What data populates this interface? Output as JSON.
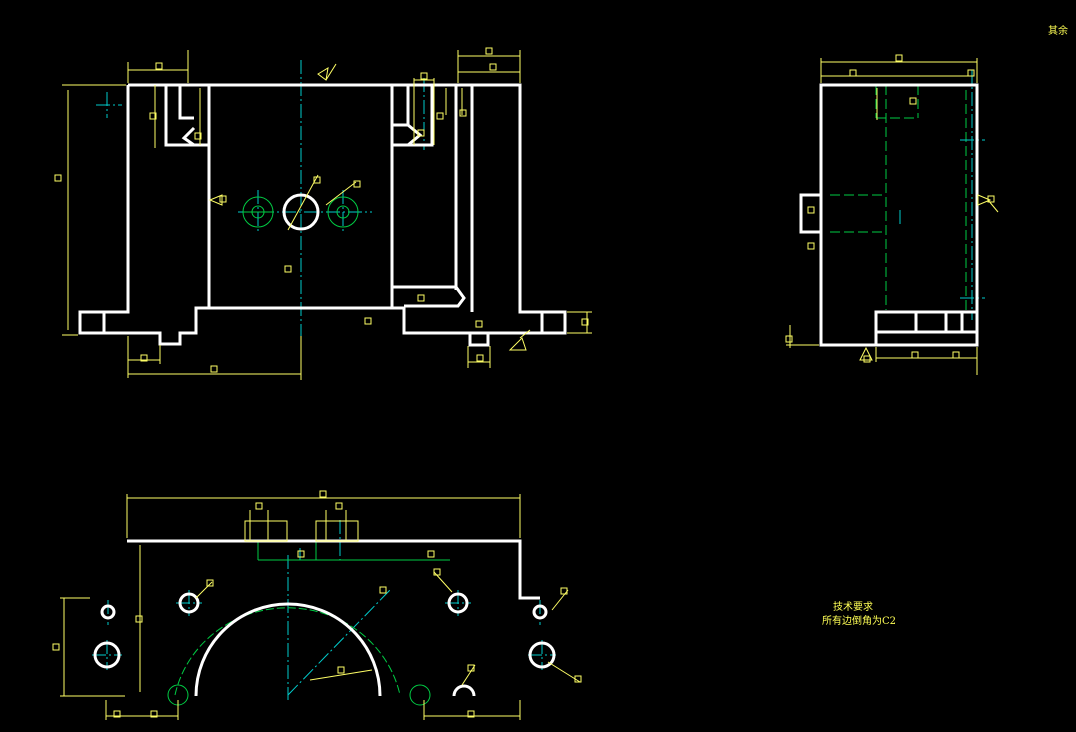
{
  "drawing": {
    "roughness_note": "其余",
    "tech_title": "技术要求",
    "tech_line1": "所有边倒角为C2"
  },
  "colors": {
    "background": "#000000",
    "outline": "#ffffff",
    "dimension": "#ffff66",
    "centerline": "#00cccc",
    "hidden": "#00cc44"
  }
}
